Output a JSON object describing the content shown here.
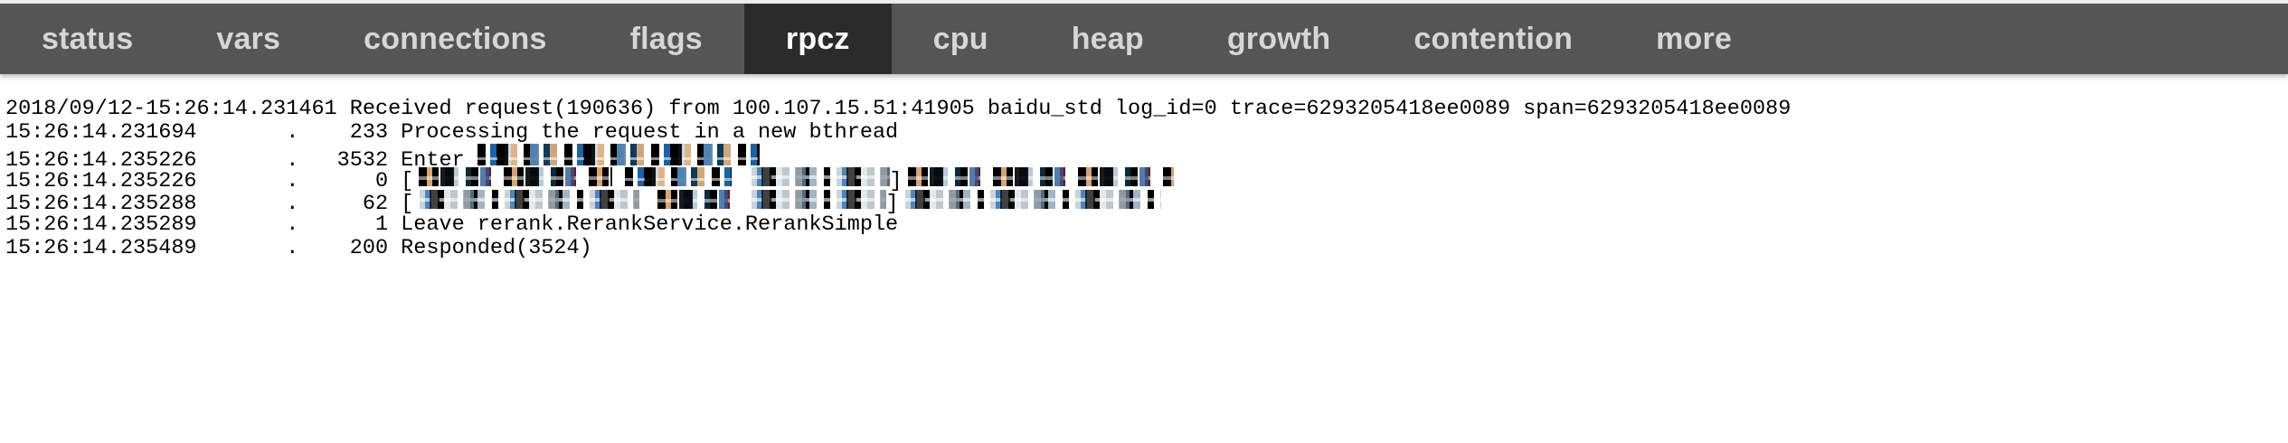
{
  "nav": {
    "active": "rpcz",
    "items": [
      {
        "id": "status",
        "label": "status"
      },
      {
        "id": "vars",
        "label": "vars"
      },
      {
        "id": "connections",
        "label": "connections"
      },
      {
        "id": "flags",
        "label": "flags"
      },
      {
        "id": "rpcz",
        "label": "rpcz"
      },
      {
        "id": "cpu",
        "label": "cpu"
      },
      {
        "id": "heap",
        "label": "heap"
      },
      {
        "id": "growth",
        "label": "growth"
      },
      {
        "id": "contention",
        "label": "contention"
      },
      {
        "id": "more",
        "label": "more"
      }
    ]
  },
  "colors": {
    "navbar_background": "#555555",
    "navbar_active_background": "#2b2b2b",
    "navbar_text": "#d6d6d6",
    "navbar_active_text": "#ffffff",
    "page_background": "#ffffff",
    "log_text": "#000000"
  },
  "log": {
    "lines": [
      {
        "id": "line-1",
        "redacted": false,
        "text": "2018/09/12-15:26:14.231461 Received request(190636) from 100.107.15.51:41905 baidu_std log_id=0 trace=6293205418ee0089 span=6293205418ee0089"
      },
      {
        "id": "line-2",
        "redacted": false,
        "timestamp": "15:26:14.231694",
        "marker": ".",
        "elapsed": "233",
        "text": "15:26:14.231694       .    233 Processing the request in a new bthread"
      },
      {
        "id": "line-3",
        "redacted": true,
        "timestamp": "15:26:14.235226",
        "marker": ".",
        "elapsed": "3532",
        "prefix": "15:26:14.235226       .   3532 Enter ",
        "redaction_note": "redacted"
      },
      {
        "id": "line-4",
        "redacted": true,
        "timestamp": "15:26:14.235226",
        "marker": ".",
        "elapsed": "0",
        "prefix": "15:26:14.235226       .      0 [",
        "redaction_note": "redacted"
      },
      {
        "id": "line-5",
        "redacted": true,
        "timestamp": "15:26:14.235288",
        "marker": ".",
        "elapsed": "62",
        "prefix": "15:26:14.235288       .     62 [",
        "redaction_note": "redacted"
      },
      {
        "id": "line-6",
        "redacted": false,
        "timestamp": "15:26:14.235289",
        "marker": ".",
        "elapsed": "1",
        "text": "15:26:14.235289       .      1 Leave rerank.RerankService.RerankSimple"
      },
      {
        "id": "line-7",
        "redacted": false,
        "timestamp": "15:26:14.235489",
        "marker": ".",
        "elapsed": "200",
        "text": "15:26:14.235489       .    200 Responded(3524)"
      }
    ]
  }
}
